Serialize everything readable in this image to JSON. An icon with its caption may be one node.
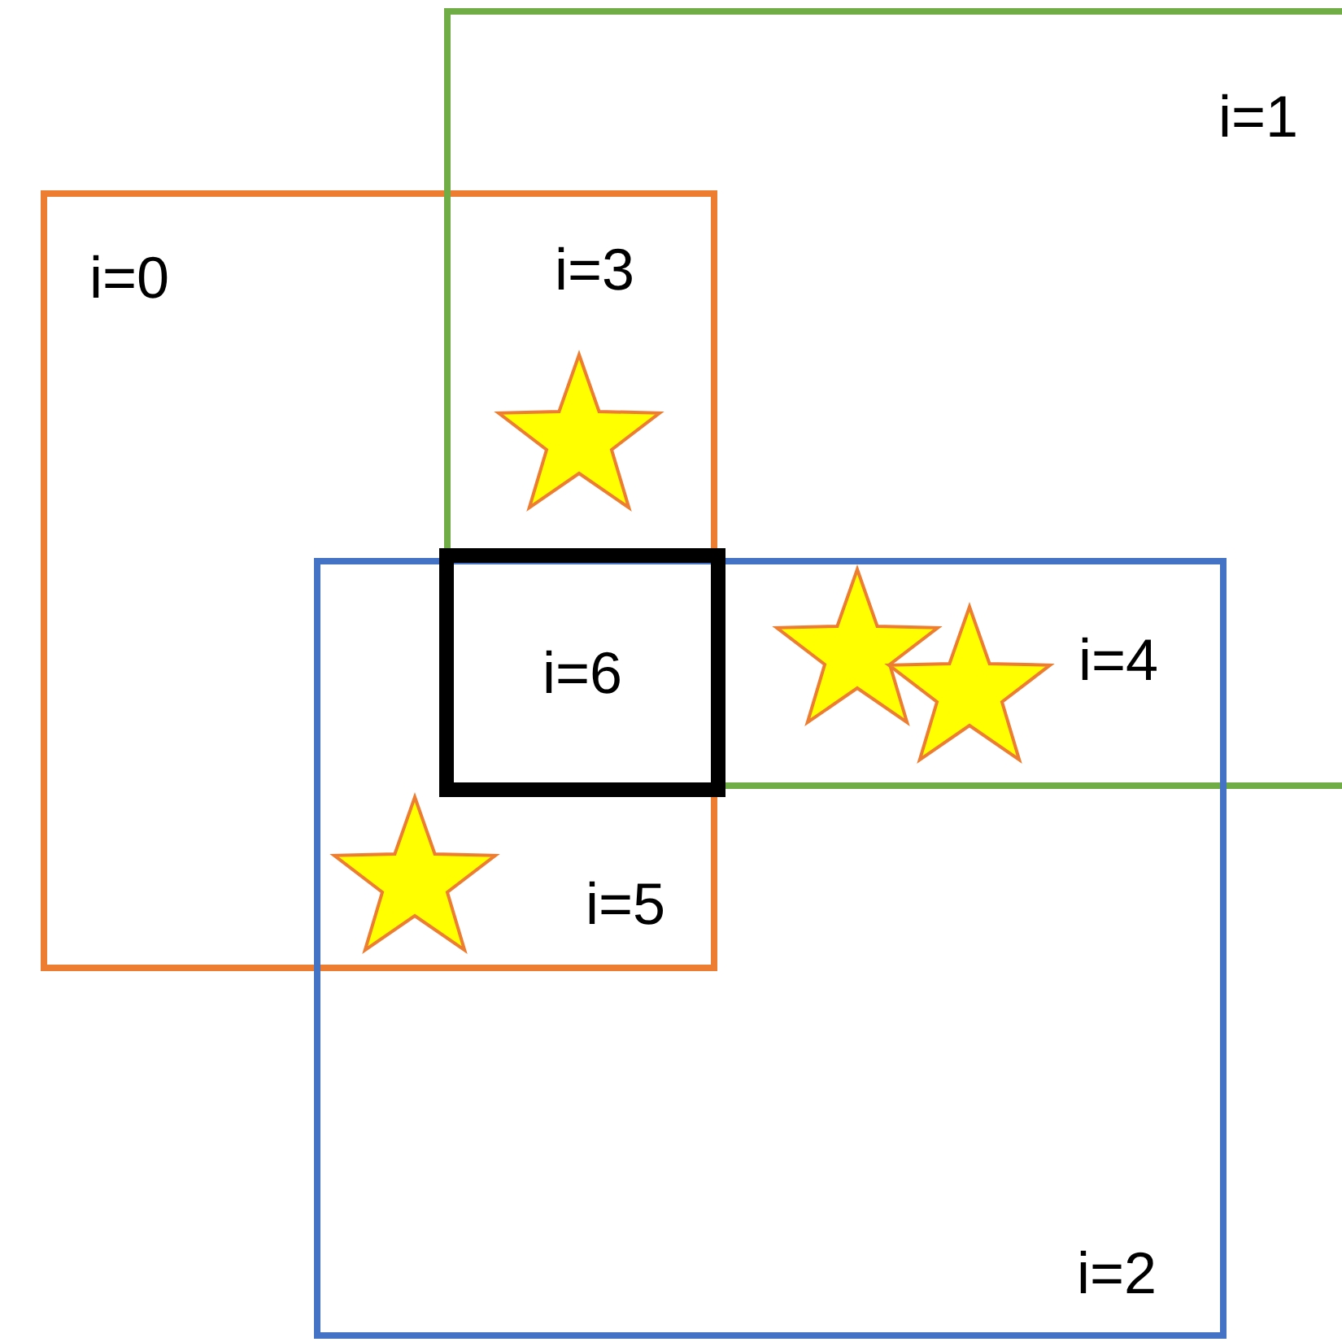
{
  "diagram": {
    "nodes": [
      {
        "text": [
          "i=0"
        ]
      },
      {
        "text": [
          "i=1"
        ]
      },
      {
        "text": [
          "i=2"
        ]
      },
      {
        "text": [
          "i=6"
        ]
      }
    ],
    "labels": [
      "i=3",
      "i=4",
      "i=5"
    ]
  }
}
